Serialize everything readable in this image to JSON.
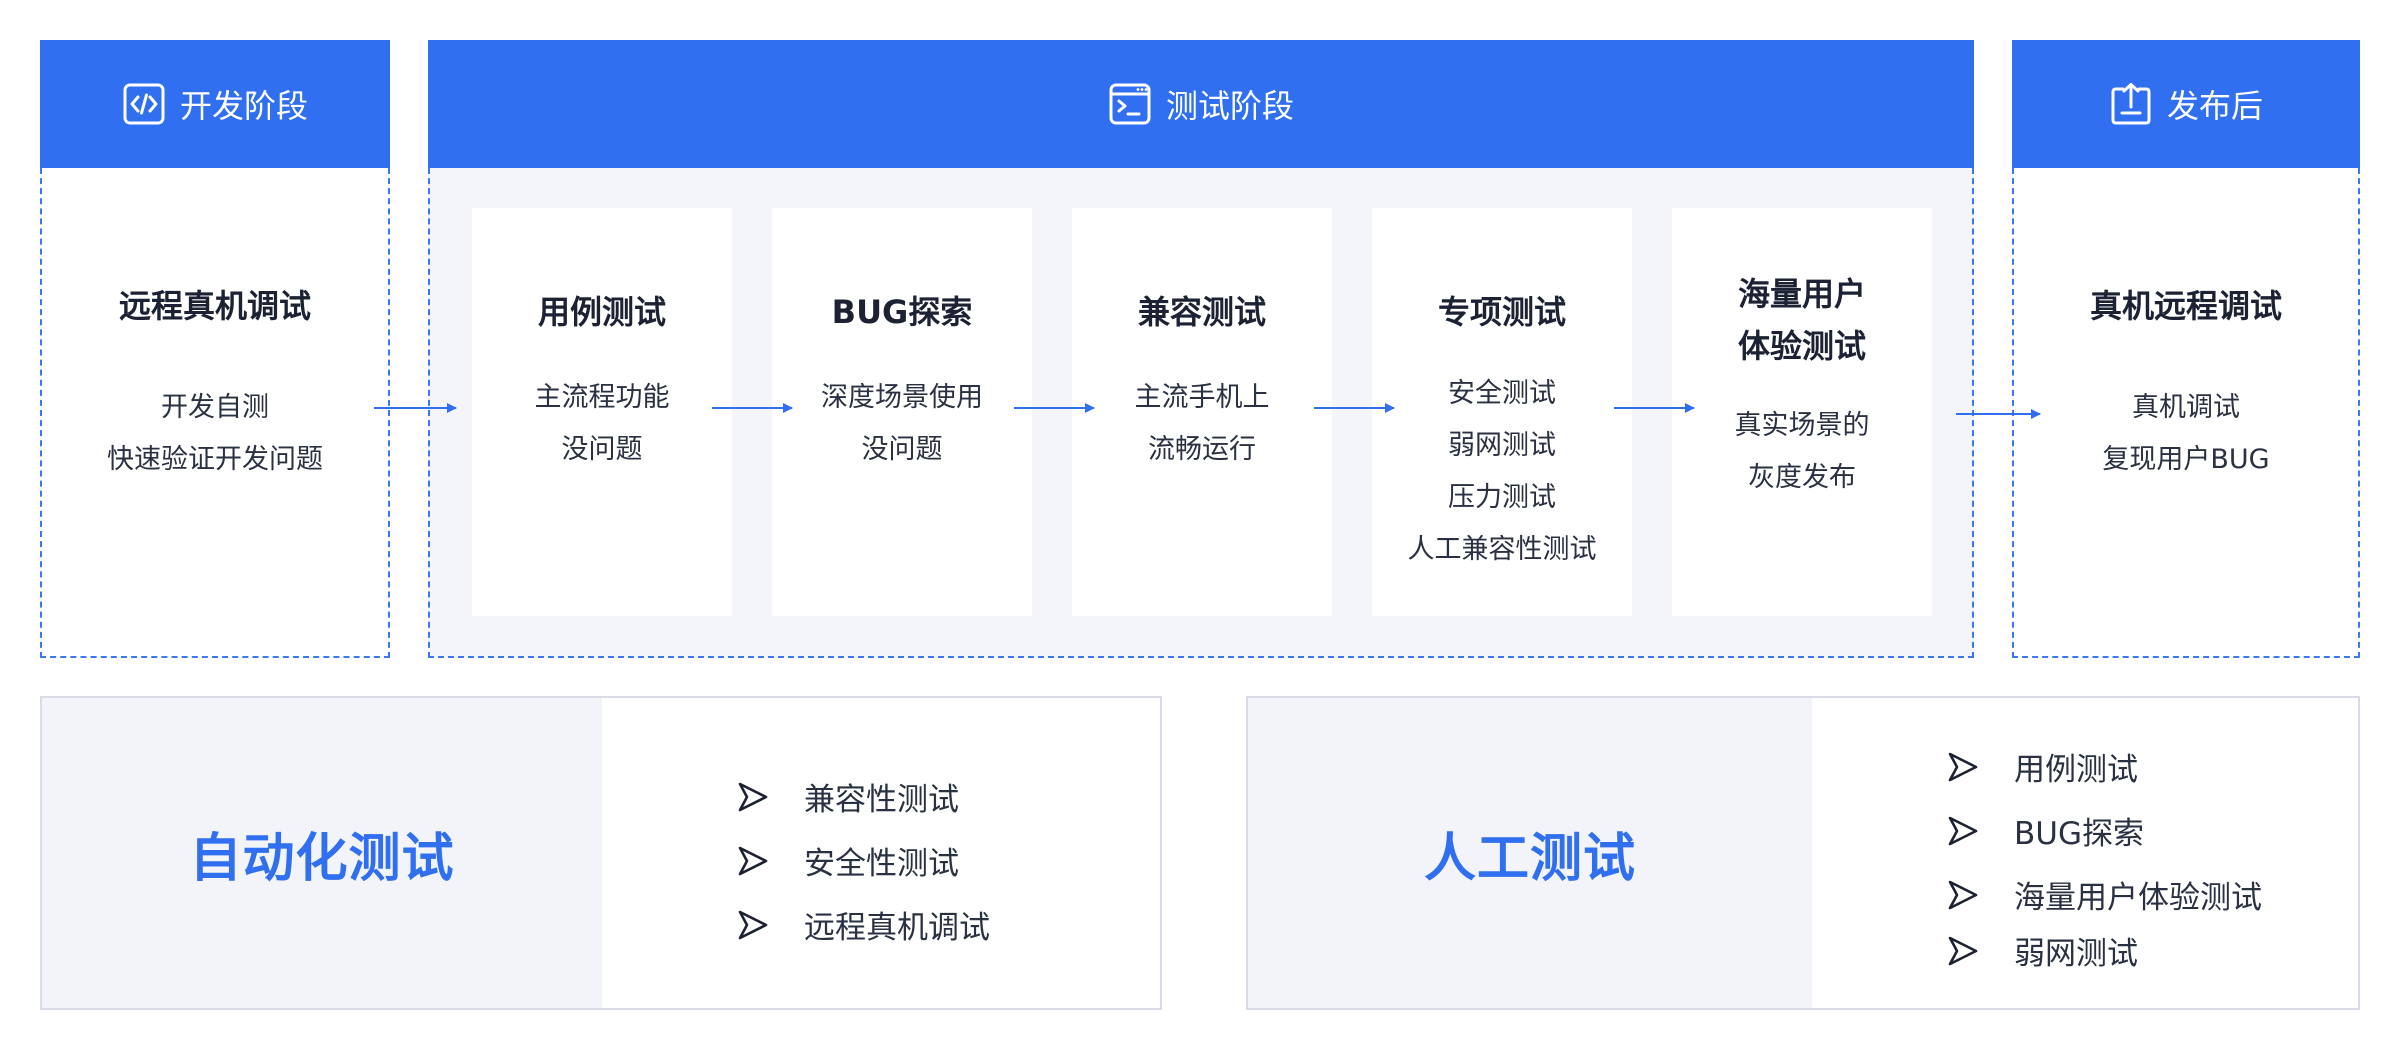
{
  "colors": {
    "accent": "#2f6ff0",
    "dashed": "#3a78f0",
    "panel_bg": "#f3f4f9"
  },
  "stages": {
    "dev": {
      "title": "开发阶段",
      "icon": "code-window-icon"
    },
    "test": {
      "title": "测试阶段",
      "icon": "terminal-icon"
    },
    "release": {
      "title": "发布后",
      "icon": "upload-document-icon"
    }
  },
  "dev_column": {
    "title": "远程真机调试",
    "lines": [
      "开发自测",
      "快速验证开发问题"
    ]
  },
  "test_cards": [
    {
      "title": "用例测试",
      "lines": [
        "主流程功能",
        "没问题"
      ]
    },
    {
      "title": "BUG探索",
      "lines": [
        "深度场景使用",
        "没问题"
      ]
    },
    {
      "title": "兼容测试",
      "lines": [
        "主流手机上",
        "流畅运行"
      ]
    },
    {
      "title": "专项测试",
      "lines": [
        "安全测试",
        "弱网测试",
        "压力测试",
        "人工兼容性测试"
      ]
    },
    {
      "title_lines": [
        "海量用户",
        "体验测试"
      ],
      "lines": [
        "真实场景的",
        "灰度发布"
      ]
    }
  ],
  "release_column": {
    "title": "真机远程调试",
    "lines": [
      "真机调试",
      "复现用户BUG"
    ]
  },
  "auto_testing": {
    "title": "自动化测试",
    "items": [
      "兼容性测试",
      "安全性测试",
      "远程真机调试"
    ]
  },
  "manual_testing": {
    "title": "人工测试",
    "items": [
      "用例测试",
      "BUG探索",
      "海量用户体验测试",
      "弱网测试"
    ]
  }
}
